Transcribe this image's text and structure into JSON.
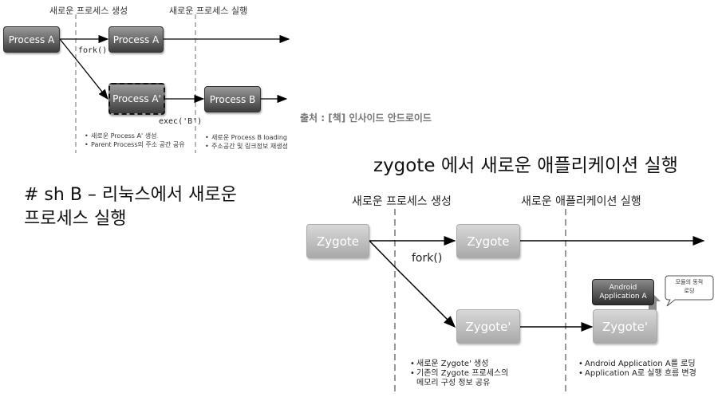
{
  "top": {
    "header_create": "새로운 프로세스 생성",
    "header_exec": "새로운 프로세스 실행",
    "box_a1": "Process A",
    "box_a2": "Process A",
    "box_aprime": "Process A'",
    "box_b": "Process B",
    "fork": "fork()",
    "exec": "exec('B')",
    "notes_left": [
      "새로운 Process A' 생성",
      "Parent Process의 주소 공간 공유"
    ],
    "notes_right": [
      "새로운 Process B loading",
      "주소공간 및 링크정보 재생성"
    ]
  },
  "source": "출처 : [책] 인사이드 안드로이드",
  "caption_left": [
    "# sh B – 리눅스에서 새로운",
    "프로세스 실행"
  ],
  "bottom": {
    "title": "zygote 에서 새로운 애플리케이션 실행",
    "header_create": "새로운 프로세스 생성",
    "header_exec": "새로운 애플리케이션 실행",
    "box_z1": "Zygote",
    "box_z2": "Zygote",
    "box_zprime1": "Zygote'",
    "box_zprime2": "Zygote'",
    "fork": "fork()",
    "android_app": [
      "Android",
      "Application A"
    ],
    "callout": [
      "모듈의 동적",
      "로딩"
    ],
    "notes_left": [
      "새로운 Zygote' 생성",
      "기존의 Zygote 프로세스의",
      "메모리 구성 정보 공유"
    ],
    "notes_right": [
      "Android Application A를 로딩",
      "Application A로 실행 흐름 변경"
    ]
  }
}
